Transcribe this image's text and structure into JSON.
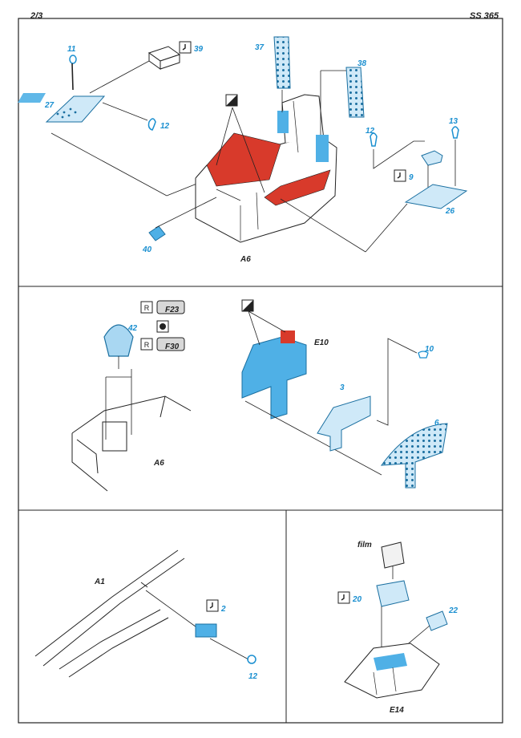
{
  "header": {
    "page": "2/3",
    "code": "SS 365"
  },
  "colors": {
    "blue_part": "#4fb0e6",
    "pale_blue": "#cfe9f8",
    "light_blue": "#a9d7f2",
    "red_part": "#d83a2b",
    "label_blue": "#1a8fd0",
    "line": "#222222"
  },
  "panel1": {
    "caption": "A6",
    "labels": {
      "p11": "11",
      "p27": "27",
      "p39": "39",
      "p12a": "12",
      "p37": "37",
      "p38": "38",
      "p12b": "12",
      "p13": "13",
      "p9": "9",
      "p26": "26",
      "p40": "40"
    }
  },
  "panel2": {
    "caption_left": "A6",
    "caption_right": "E10",
    "labels": {
      "p42": "42",
      "pF23": "F23",
      "pF30": "F30",
      "p10": "10",
      "p3": "3",
      "p6": "6"
    }
  },
  "panel3": {
    "caption": "A1",
    "labels": {
      "p2": "2",
      "p12": "12"
    }
  },
  "panel4": {
    "caption": "E14",
    "labels": {
      "film": "film",
      "p20": "20",
      "p22": "22"
    }
  },
  "icons": [
    "bend-icon",
    "paint-icon",
    "rub-down-icon",
    "gloss-icon"
  ]
}
